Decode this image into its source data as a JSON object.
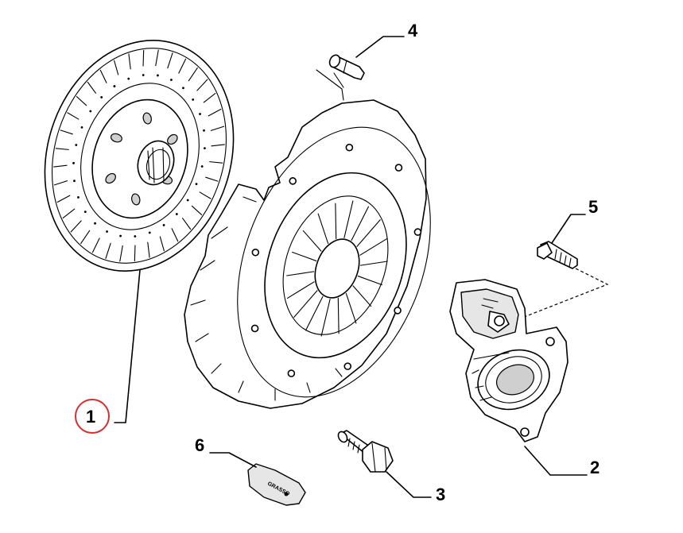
{
  "callouts": [
    {
      "id": "1",
      "label": "1",
      "highlighted": true,
      "highlight_color": "#d32f2f"
    },
    {
      "id": "2",
      "label": "2"
    },
    {
      "id": "3",
      "label": "3"
    },
    {
      "id": "4",
      "label": "4"
    },
    {
      "id": "5",
      "label": "5"
    },
    {
      "id": "6",
      "label": "6"
    }
  ],
  "grease_tube_text": "GRASSO",
  "colors": {
    "line": "#000000",
    "background": "#ffffff",
    "highlight": "#d32f2f",
    "shade": "#e6e6e6"
  }
}
